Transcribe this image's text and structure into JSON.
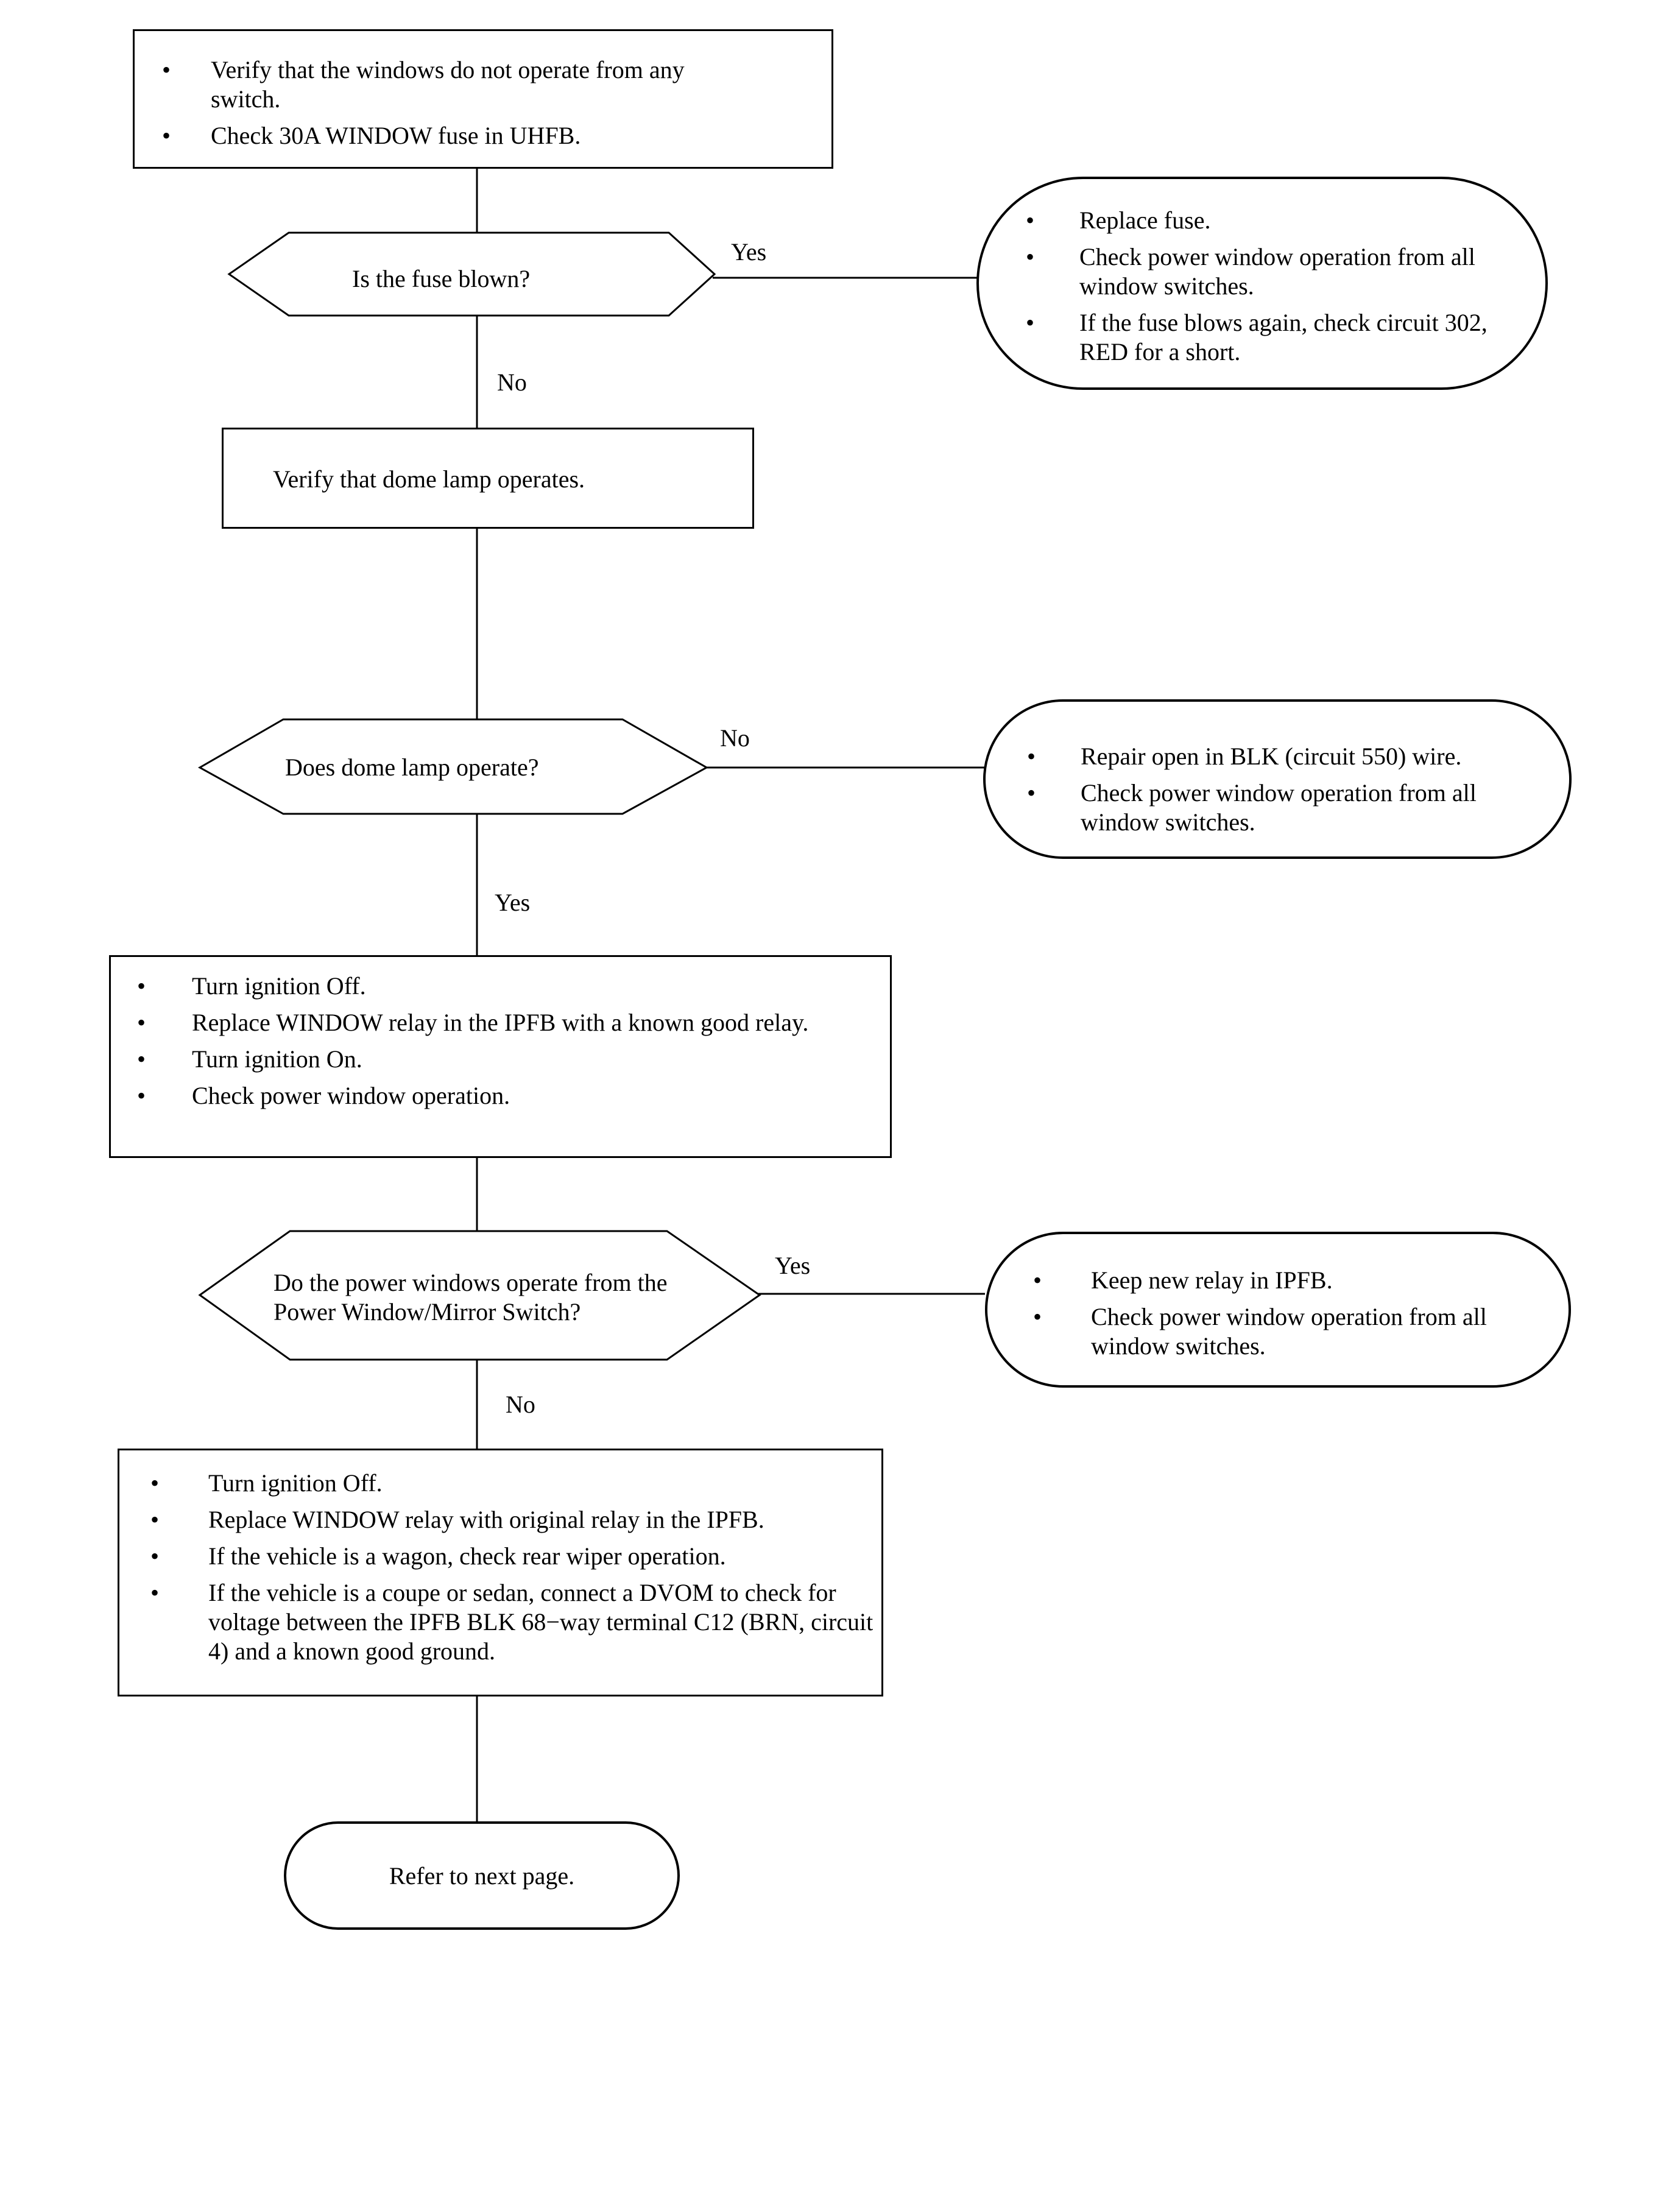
{
  "flowchart": {
    "start_box": {
      "items": [
        "Verify that the windows do not operate from any switch.",
        "Check 30A WINDOW fuse in UHFB."
      ]
    },
    "decision_fuse": {
      "text": "Is the fuse blown?"
    },
    "fuse_yes_label": "Yes",
    "fuse_no_label": "No",
    "fuse_result": {
      "items": [
        "Replace fuse.",
        "Check power window operation from all window switches.",
        "If the fuse blows again, check circuit 302, RED for a short."
      ]
    },
    "dome_box": {
      "text": "Verify that dome lamp operates."
    },
    "decision_dome": {
      "text": "Does dome lamp operate?"
    },
    "dome_no_label": "No",
    "dome_yes_label": "Yes",
    "dome_result": {
      "items": [
        "Repair open in BLK (circuit 550) wire.",
        "Check power window operation from all window switches."
      ]
    },
    "relay_box": {
      "items": [
        "Turn ignition Off.",
        "Replace WINDOW relay in the IPFB with a known good relay.",
        "Turn ignition On.",
        "Check power window operation."
      ]
    },
    "decision_windows": {
      "text": "Do the power windows operate from the Power Window/Mirror Switch?"
    },
    "windows_yes_label": "Yes",
    "windows_no_label": "No",
    "windows_result": {
      "items": [
        "Keep new relay in IPFB.",
        "Check power window operation from all window switches."
      ]
    },
    "final_box": {
      "items": [
        "Turn ignition Off.",
        "Replace WINDOW relay with original relay in the IPFB.",
        "If the vehicle is a wagon, check rear wiper operation.",
        "If the vehicle is a coupe or sedan, connect a DVOM to check for voltage between the IPFB BLK 68−way terminal C12 (BRN, circuit 4) and a known good ground."
      ]
    },
    "end_pill": {
      "text": "Refer to next page."
    }
  }
}
